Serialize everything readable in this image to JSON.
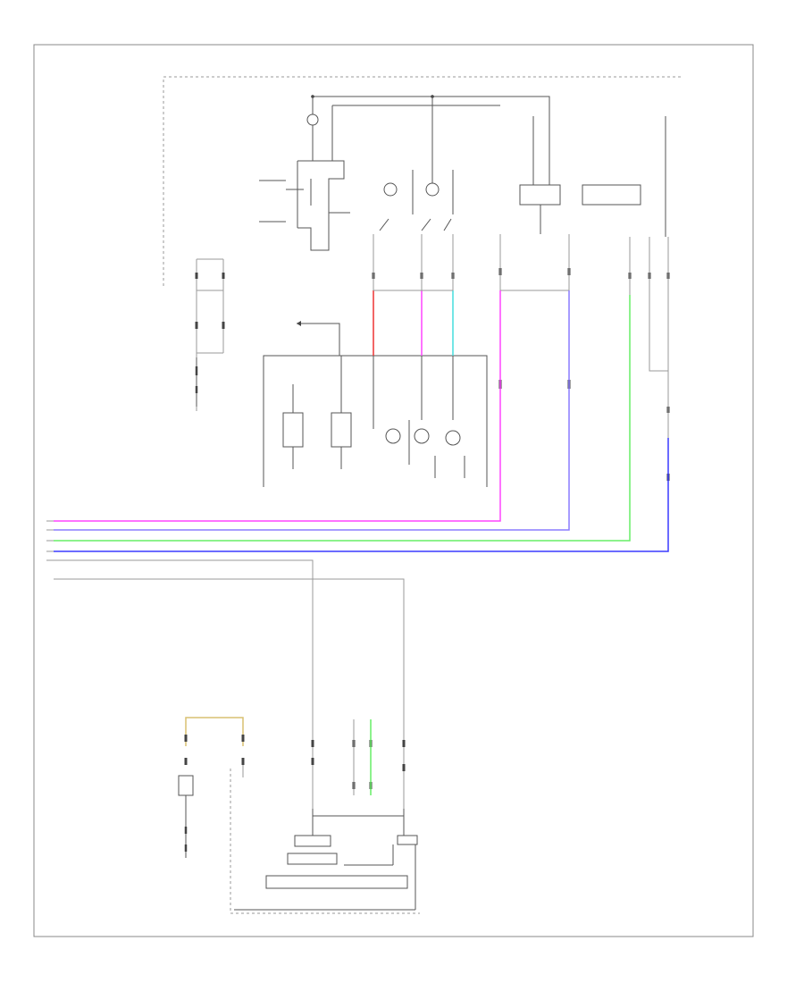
{
  "diagram": {
    "frame_labels": {
      "top_harness": "",
      "front_light_assembly": "",
      "rear_harness": ""
    },
    "colors": {
      "pink": "#ff44ff",
      "purple": "#8a7bff",
      "green": "#66ee66",
      "blue": "#3a3aff",
      "tan": "#d8c070",
      "red": "#ee3333",
      "teal": "#44dddd",
      "grey": "#9a9a9a"
    },
    "bus_wires": [
      "pink",
      "purple",
      "green",
      "blue",
      "grey"
    ]
  }
}
